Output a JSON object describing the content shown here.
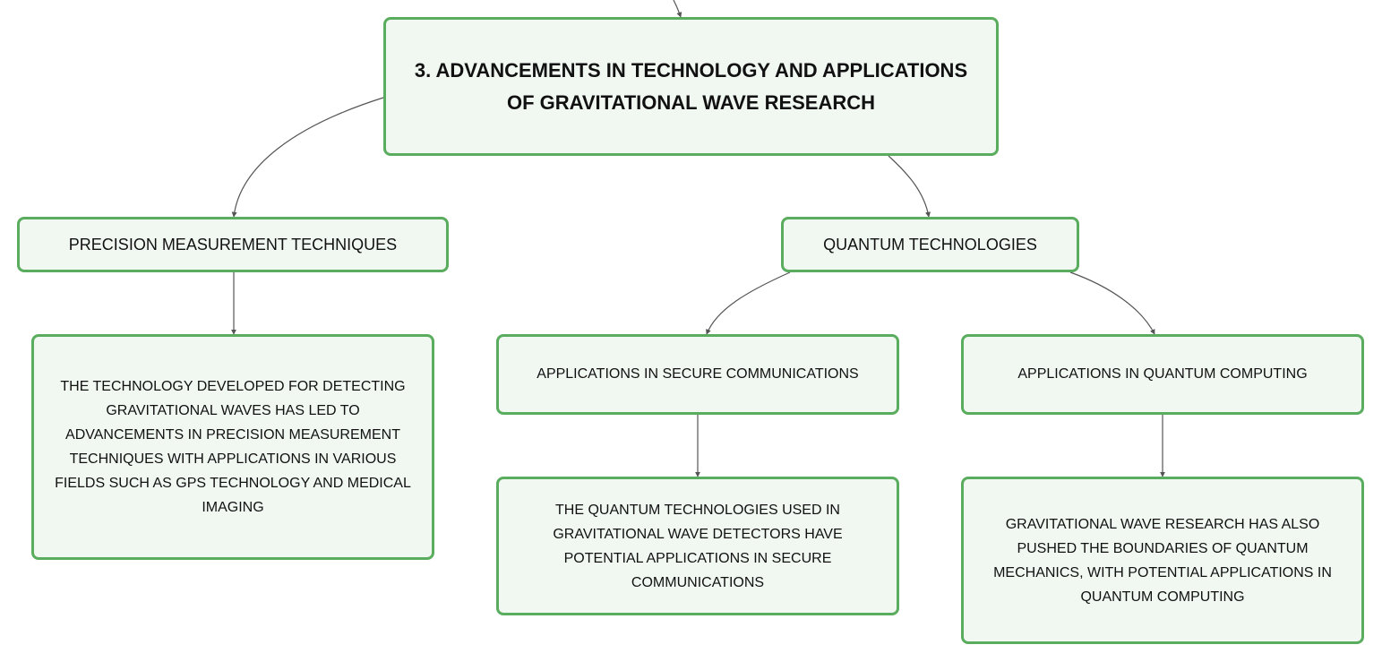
{
  "diagram": {
    "root": {
      "title": "3. ADVANCEMENTS IN TECHNOLOGY AND APPLICATIONS OF GRAVITATIONAL WAVE RESEARCH"
    },
    "branches": {
      "precision": {
        "label": "PRECISION MEASUREMENT TECHNIQUES",
        "description": "THE TECHNOLOGY DEVELOPED FOR DETECTING GRAVITATIONAL WAVES HAS LED TO ADVANCEMENTS IN PRECISION MEASUREMENT TECHNIQUES WITH APPLICATIONS IN VARIOUS FIELDS SUCH AS GPS TECHNOLOGY AND MEDICAL IMAGING"
      },
      "quantum": {
        "label": "QUANTUM TECHNOLOGIES",
        "children": {
          "secure": {
            "label": "APPLICATIONS IN SECURE COMMUNICATIONS",
            "description": "THE QUANTUM TECHNOLOGIES USED IN GRAVITATIONAL WAVE DETECTORS HAVE POTENTIAL APPLICATIONS IN SECURE COMMUNICATIONS"
          },
          "computing": {
            "label": "APPLICATIONS IN QUANTUM COMPUTING",
            "description": "GRAVITATIONAL WAVE RESEARCH HAS ALSO PUSHED THE BOUNDARIES OF QUANTUM MECHANICS, WITH POTENTIAL APPLICATIONS IN QUANTUM COMPUTING"
          }
        }
      }
    },
    "colors": {
      "node_border": "#5aad5e",
      "node_fill": "#f1f8f2",
      "connector": "#555555",
      "text": "#111111"
    }
  }
}
